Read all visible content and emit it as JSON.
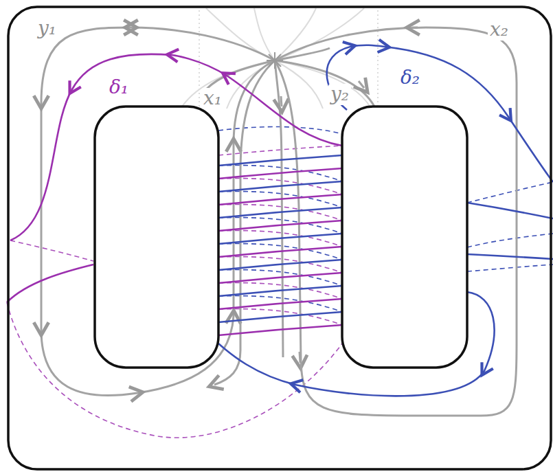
{
  "diagram": {
    "labels": [
      "y₁",
      "x₂",
      "δ₁",
      "δ₂",
      "x₁",
      "y₂"
    ]
  }
}
